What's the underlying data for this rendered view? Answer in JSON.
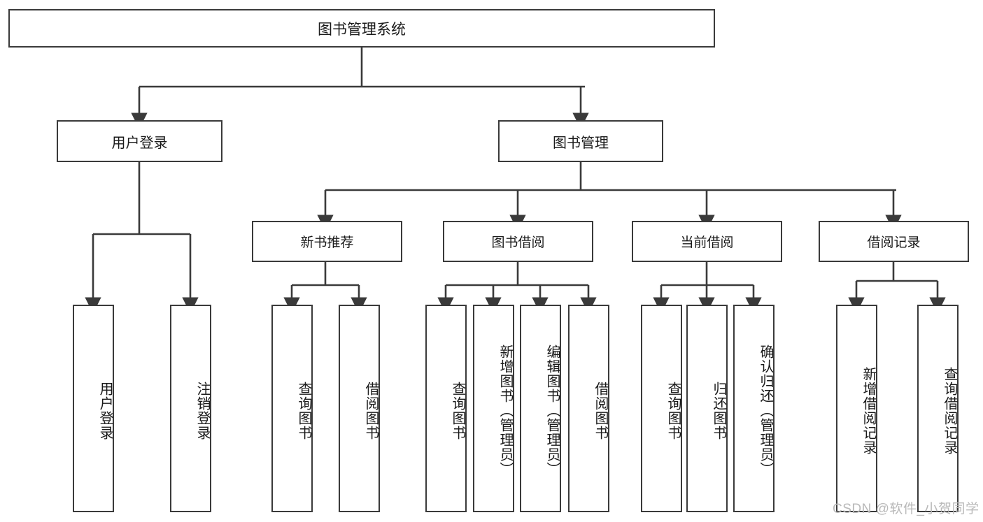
{
  "diagram": {
    "type": "hierarchy-tree",
    "title": "图书管理系统",
    "root": {
      "label": "图书管理系统"
    },
    "level2": [
      {
        "label": "用户登录"
      },
      {
        "label": "图书管理"
      }
    ],
    "level3": [
      {
        "label": "新书推荐"
      },
      {
        "label": "图书借阅"
      },
      {
        "label": "当前借阅"
      },
      {
        "label": "借阅记录"
      }
    ],
    "leaves": {
      "user_login": [
        {
          "label": "用户登录"
        },
        {
          "label": "注销登录"
        }
      ],
      "new_book_recommend": [
        {
          "label": "查询图书"
        },
        {
          "label": "借阅图书"
        }
      ],
      "book_borrow": [
        {
          "label": "查询图书"
        },
        {
          "label": "新增图书（管理员）"
        },
        {
          "label": "编辑图书（管理员）"
        },
        {
          "label": "借阅图书"
        }
      ],
      "current_borrow": [
        {
          "label": "查询图书"
        },
        {
          "label": "归还图书"
        },
        {
          "label": "确认归还（管理员）"
        }
      ],
      "borrow_record": [
        {
          "label": "新增借阅记录"
        },
        {
          "label": "查询借阅记录"
        }
      ]
    },
    "watermark": "CSDN @软件_小贺同学",
    "colors": {
      "border": "#3a3a3a",
      "background": "#ffffff",
      "text": "#1a1a1a",
      "watermark": "#b9b9b9"
    }
  }
}
